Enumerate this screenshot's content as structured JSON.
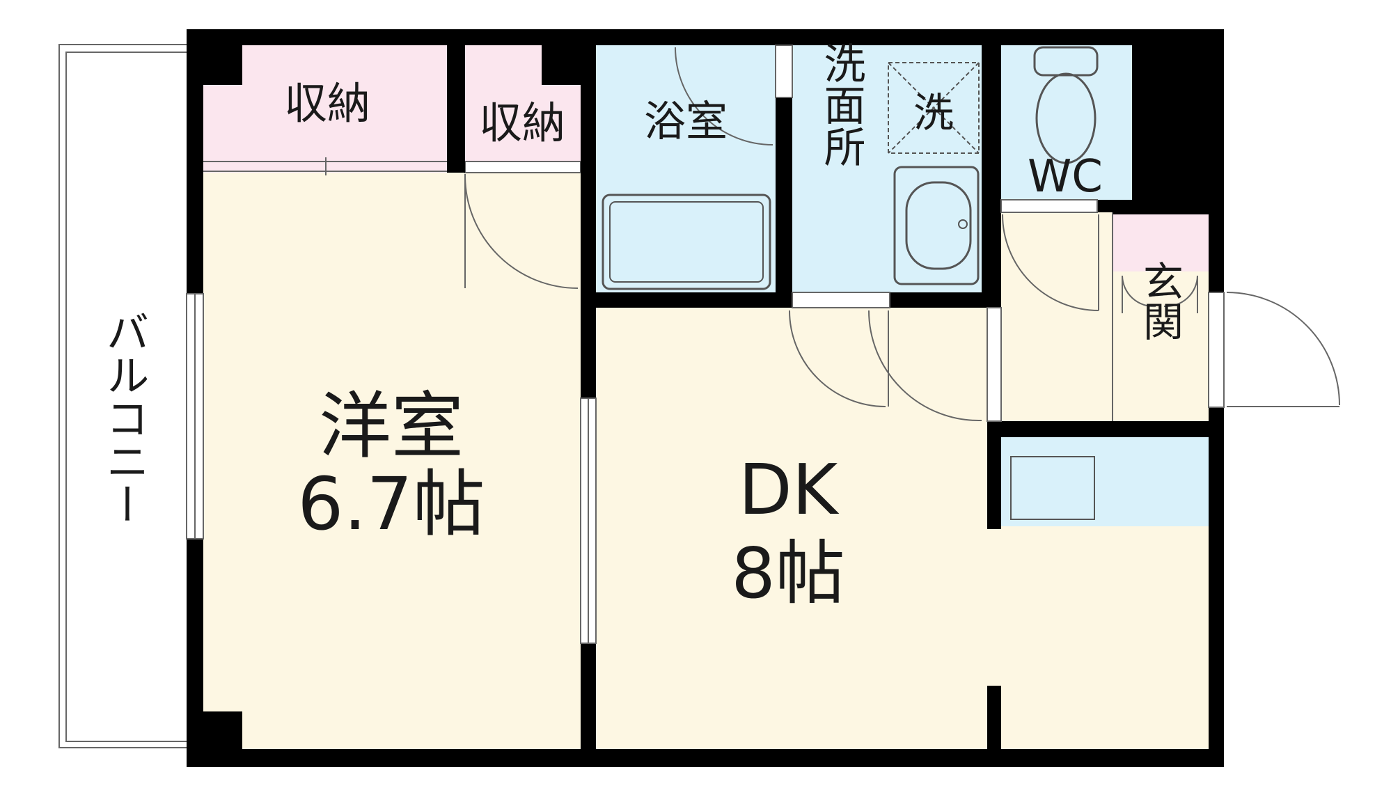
{
  "rooms": {
    "storage_left": "収納",
    "storage_mid": "収納",
    "bath": "浴室",
    "washroom": "洗面所",
    "washer": "洗",
    "wc": "WC",
    "entrance": "玄関",
    "western_room_name": "洋室",
    "western_room_size": "6.7帖",
    "dk_name": "DK",
    "dk_size": "8帖",
    "balcony": "バルコニー"
  },
  "colors": {
    "wall": "#000000",
    "floor": "#fdf7e3",
    "wet_area": "#d9f1fa",
    "storage": "#fbe6ee",
    "line": "#555555"
  }
}
